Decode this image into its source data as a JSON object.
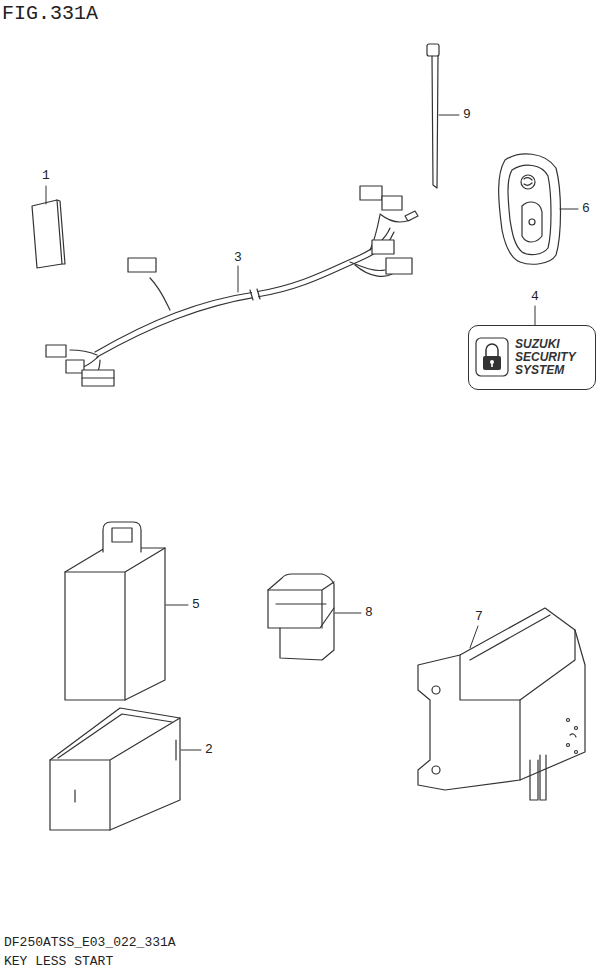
{
  "diagram": {
    "title": "FIG.331A",
    "nodes": [
      {
        "text": [
          "SUZUKI SECURITY SYSTEM"
        ]
      }
    ],
    "labels": [
      "1",
      "2",
      "3",
      "4",
      "5",
      "6",
      "7",
      "8",
      "9",
      "DF250ATSS_E03_022_331A",
      "KEY LESS START"
    ]
  }
}
